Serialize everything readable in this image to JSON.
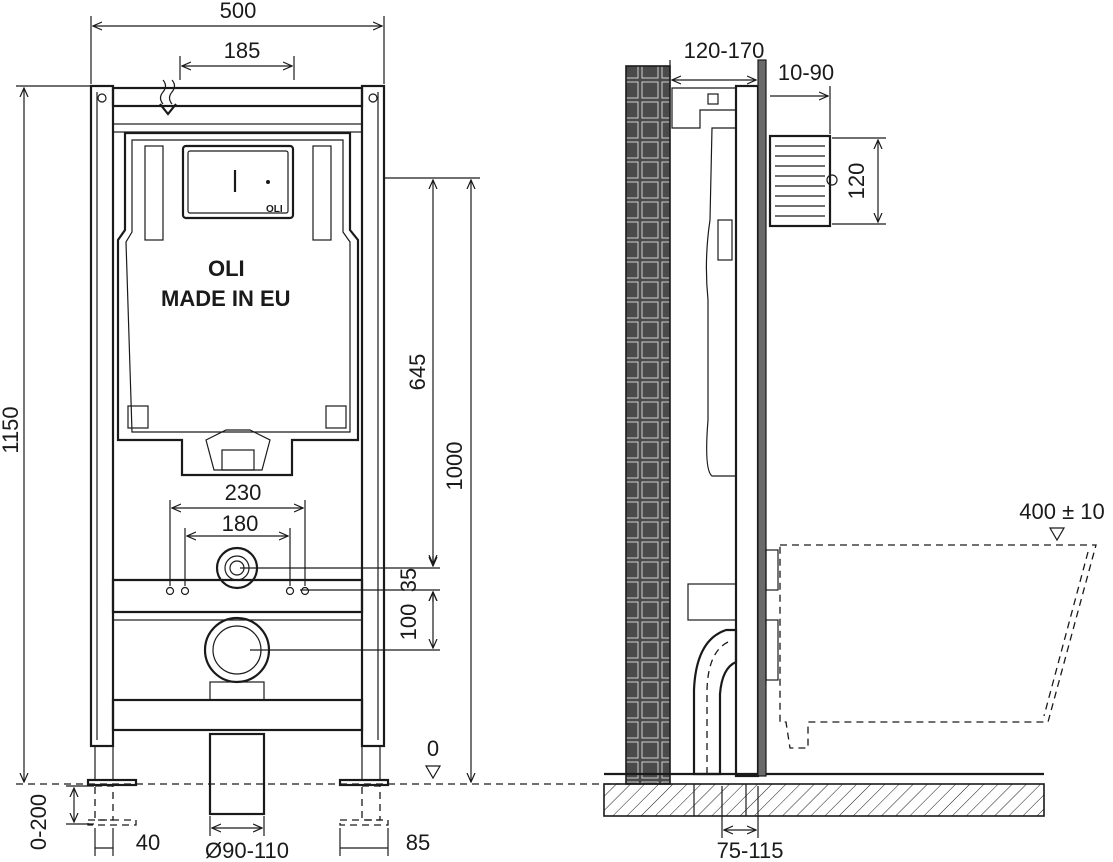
{
  "front_view": {
    "frame_width": "500",
    "cistern_brand": "OLI",
    "cistern_text": "MADE IN EU",
    "button_brand": "OLI",
    "inlet_spacing": "185",
    "total_height": "1150",
    "height_645": "645",
    "height_1000": "1000",
    "bolt_spacing_outer": "230",
    "bolt_spacing_inner": "180",
    "dim_35": "35",
    "dim_100": "100",
    "floor_zero": "0",
    "foot_adjust": "0-200",
    "foot_width": "40",
    "drain_diameter": "Ø90-110",
    "foot_plate": "85"
  },
  "side_view": {
    "wall_depth": "120-170",
    "front_offset": "10-90",
    "opening_height": "120",
    "seat_height": "400 ± 10",
    "pipe_offset": "75-115"
  }
}
